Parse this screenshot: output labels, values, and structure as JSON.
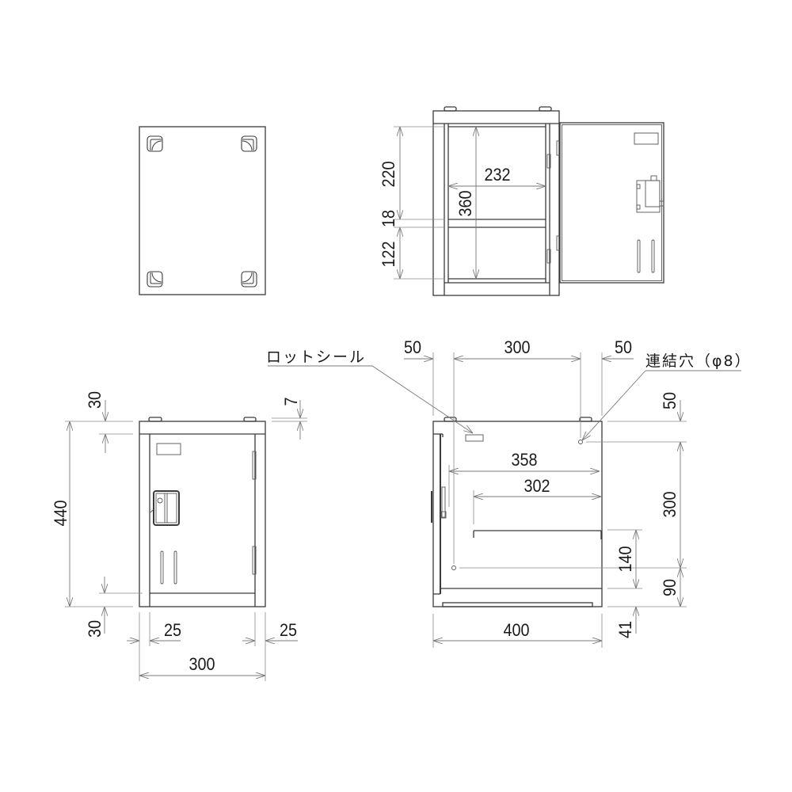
{
  "colors": {
    "outline": "#3a3a3a",
    "dimension_line": "#7a7a7a",
    "text": "#1a1a1a",
    "background": "#ffffff"
  },
  "open_front_view": {
    "upper_compartment_height": "220",
    "shelf_thickness": "18",
    "lower_compartment_height": "122",
    "inner_height": "360",
    "inner_width": "232"
  },
  "front_view": {
    "top_band_height": "30",
    "tab_height": "7",
    "overall_height": "440",
    "bottom_band_height": "30",
    "left_side_width": "25",
    "right_side_width": "25",
    "overall_width": "300"
  },
  "side_view": {
    "left_hole_offset": "50",
    "hole_spacing_horizontal": "300",
    "right_hole_offset": "50",
    "inner_depth": "358",
    "shelf_depth": "302",
    "top_hole_offset": "50",
    "hole_spacing_vertical": "300",
    "bottom_hole_offset": "90",
    "shelf_height": "140",
    "plinth_height": "41",
    "overall_depth": "400"
  },
  "callouts": {
    "lot_seal": "ロットシール",
    "connection_hole": "連結穴（φ8）"
  }
}
